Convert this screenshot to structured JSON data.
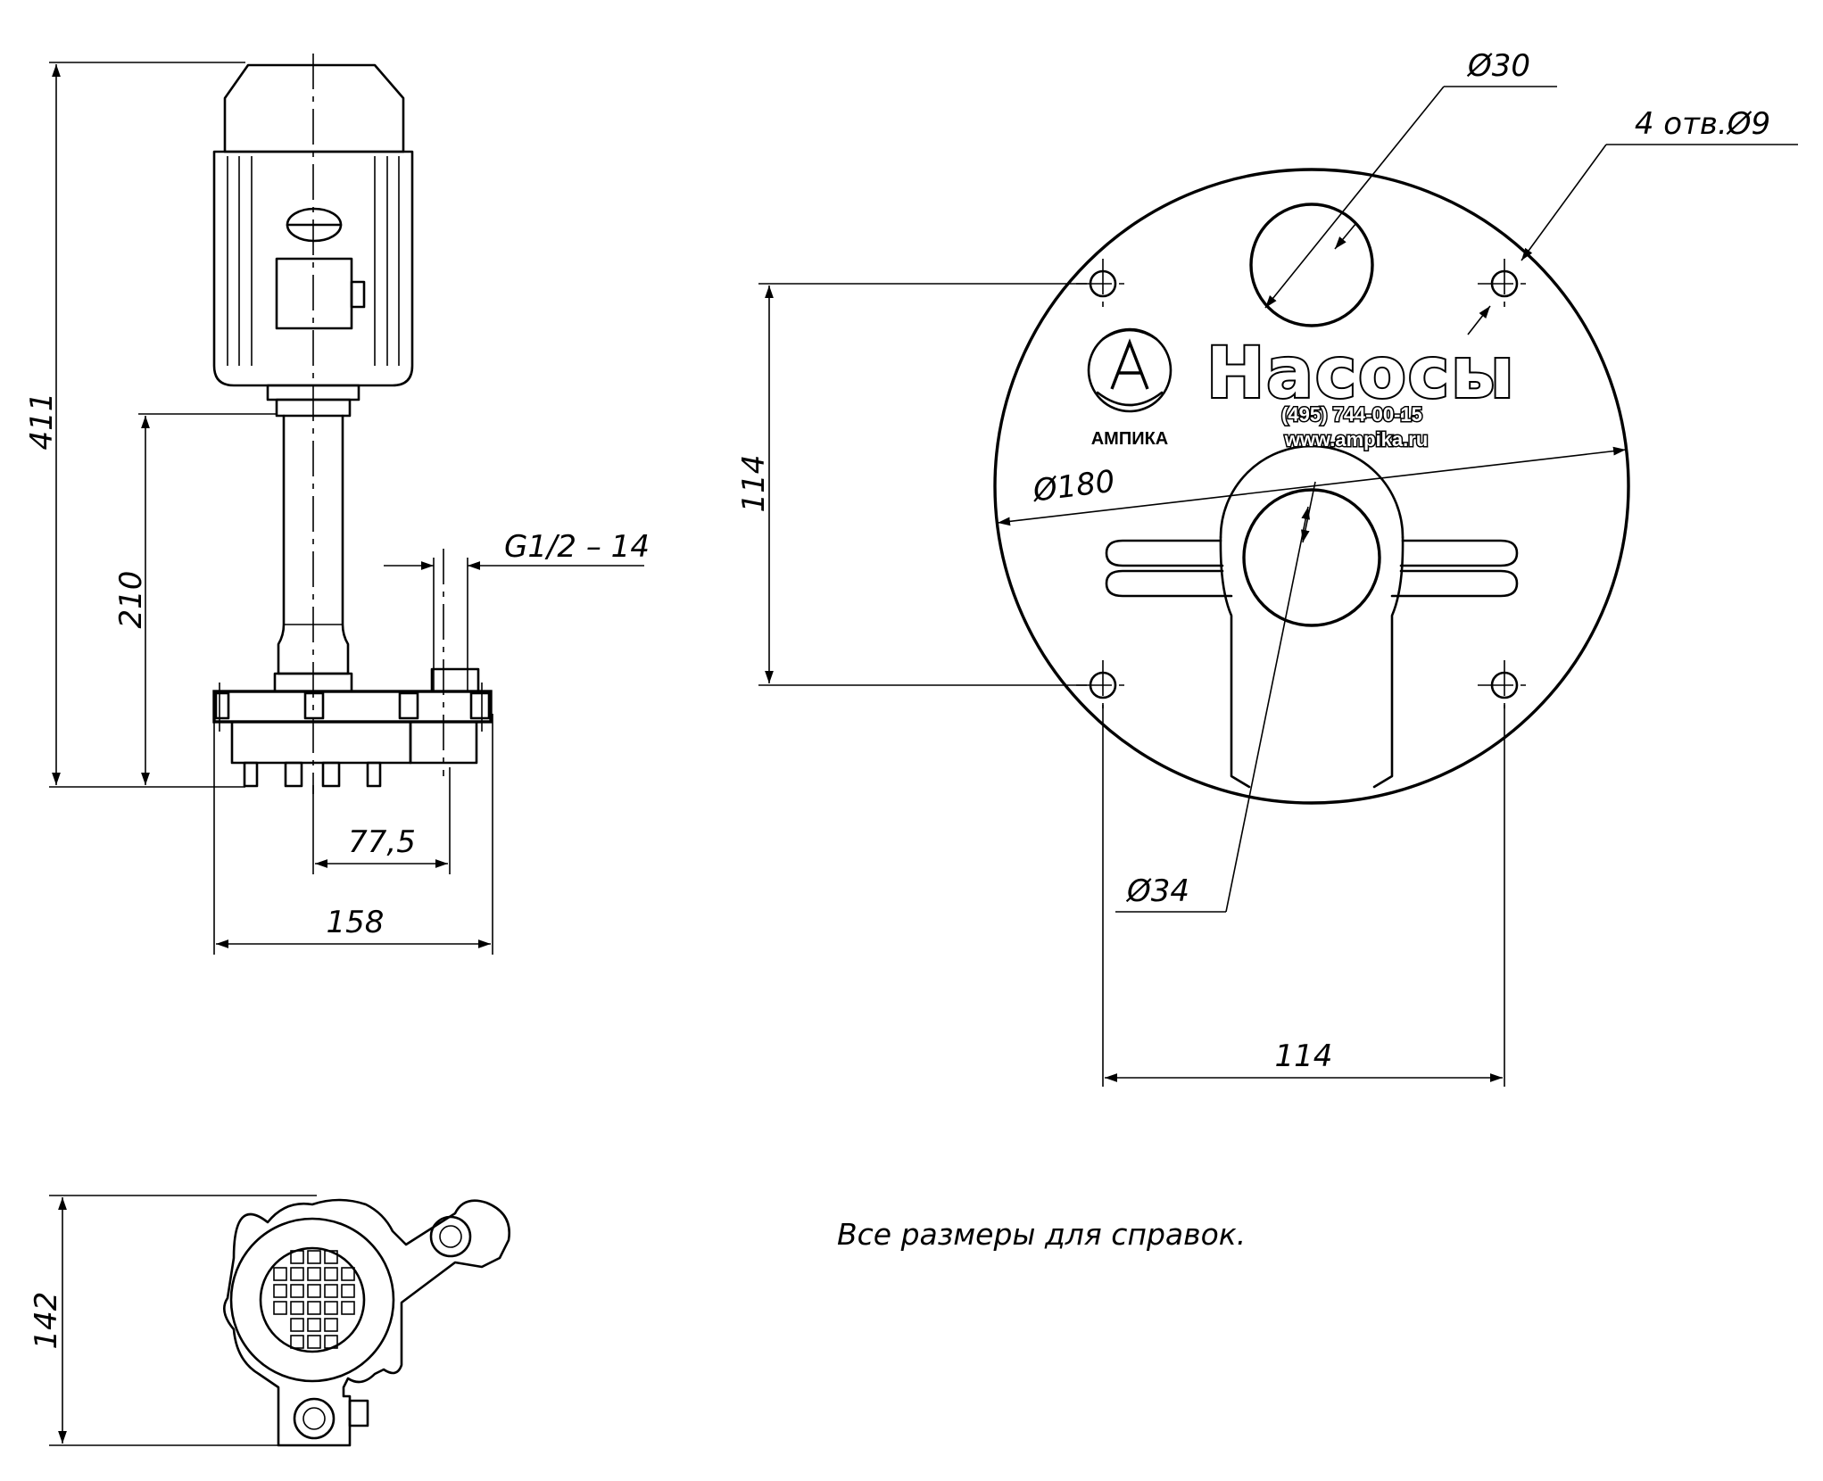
{
  "side_view": {
    "dim_height_total": "411",
    "dim_height_shaft": "210",
    "dim_thread": "G1/2 – 14",
    "dim_outlet_offset": "77,5",
    "dim_base_width": "158"
  },
  "flange_view": {
    "dim_outlet_dia": "Ø30",
    "dim_holes": "4 отв.Ø9",
    "dim_vertical_spacing": "114",
    "dim_flange_dia": "Ø180",
    "dim_shaft_dia": "Ø34",
    "dim_horizontal_spacing": "114",
    "logo": {
      "title": "Насосы",
      "phone": "(495) 744-00-15",
      "website": "www.ampika.ru",
      "brand": "АМПИКА"
    }
  },
  "top_view": {
    "dim_depth": "142"
  },
  "note": "Все размеры для справок."
}
